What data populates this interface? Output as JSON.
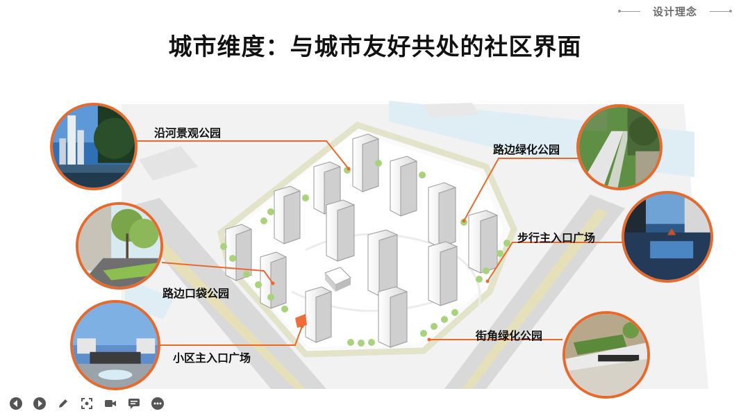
{
  "header": {
    "section_tag": "设计理念"
  },
  "slide": {
    "title": "城市维度：与城市友好共处的社区界面"
  },
  "callouts": [
    {
      "id": "riverside-park",
      "label": "沿河景观公园"
    },
    {
      "id": "roadside-green-park",
      "label": "路边绿化公园"
    },
    {
      "id": "pedestrian-plaza",
      "label": "步行主入口广场"
    },
    {
      "id": "pocket-park",
      "label": "路边口袋公园"
    },
    {
      "id": "main-entrance-plaza",
      "label": "小区主入口广场"
    },
    {
      "id": "corner-green-park",
      "label": "街角绿化公园"
    }
  ],
  "toolbar": [
    "previous-icon",
    "next-icon",
    "pen-icon",
    "screenshot-icon",
    "camera-icon",
    "comment-icon",
    "more-icon"
  ],
  "colors": {
    "accent": "#e8692c",
    "title": "#111111",
    "tag": "#6d6d6d"
  }
}
